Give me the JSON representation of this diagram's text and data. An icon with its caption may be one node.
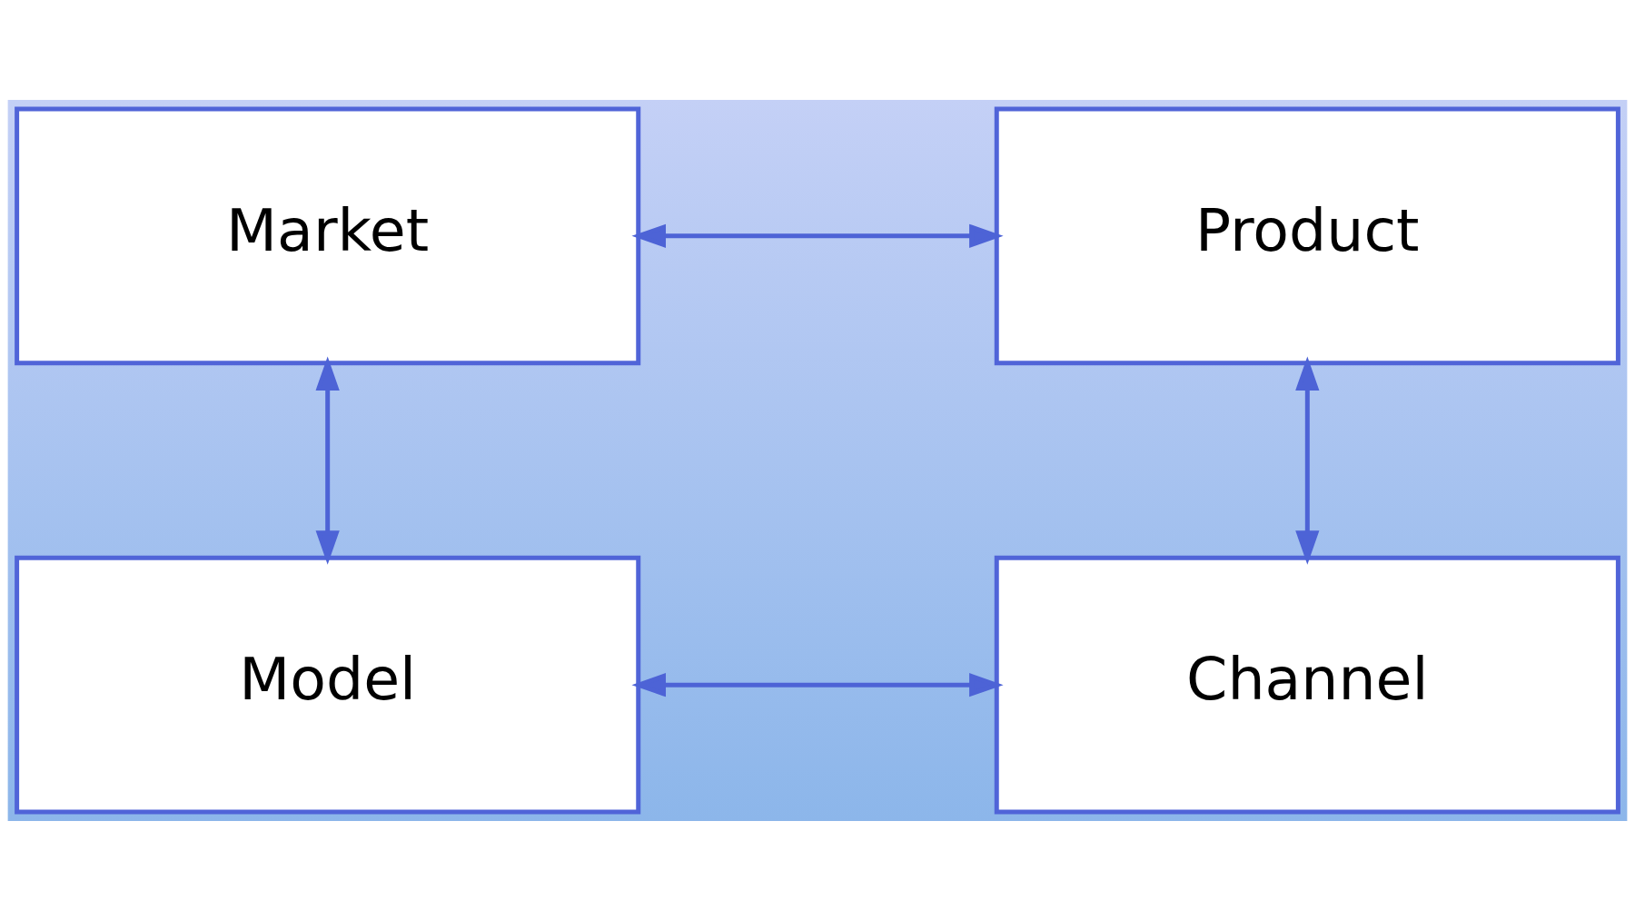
{
  "diagram": {
    "nodes": [
      {
        "text": [
          "Market"
        ]
      },
      {
        "text": [
          "Product"
        ]
      },
      {
        "text": [
          "Model"
        ]
      },
      {
        "text": [
          "Channel"
        ]
      }
    ],
    "edges": [
      {
        "from": 0,
        "to": 1,
        "arrow": "both"
      },
      {
        "from": 0,
        "to": 2,
        "arrow": "both"
      },
      {
        "from": 1,
        "to": 3,
        "arrow": "both"
      },
      {
        "from": 2,
        "to": 3,
        "arrow": "both"
      }
    ]
  }
}
